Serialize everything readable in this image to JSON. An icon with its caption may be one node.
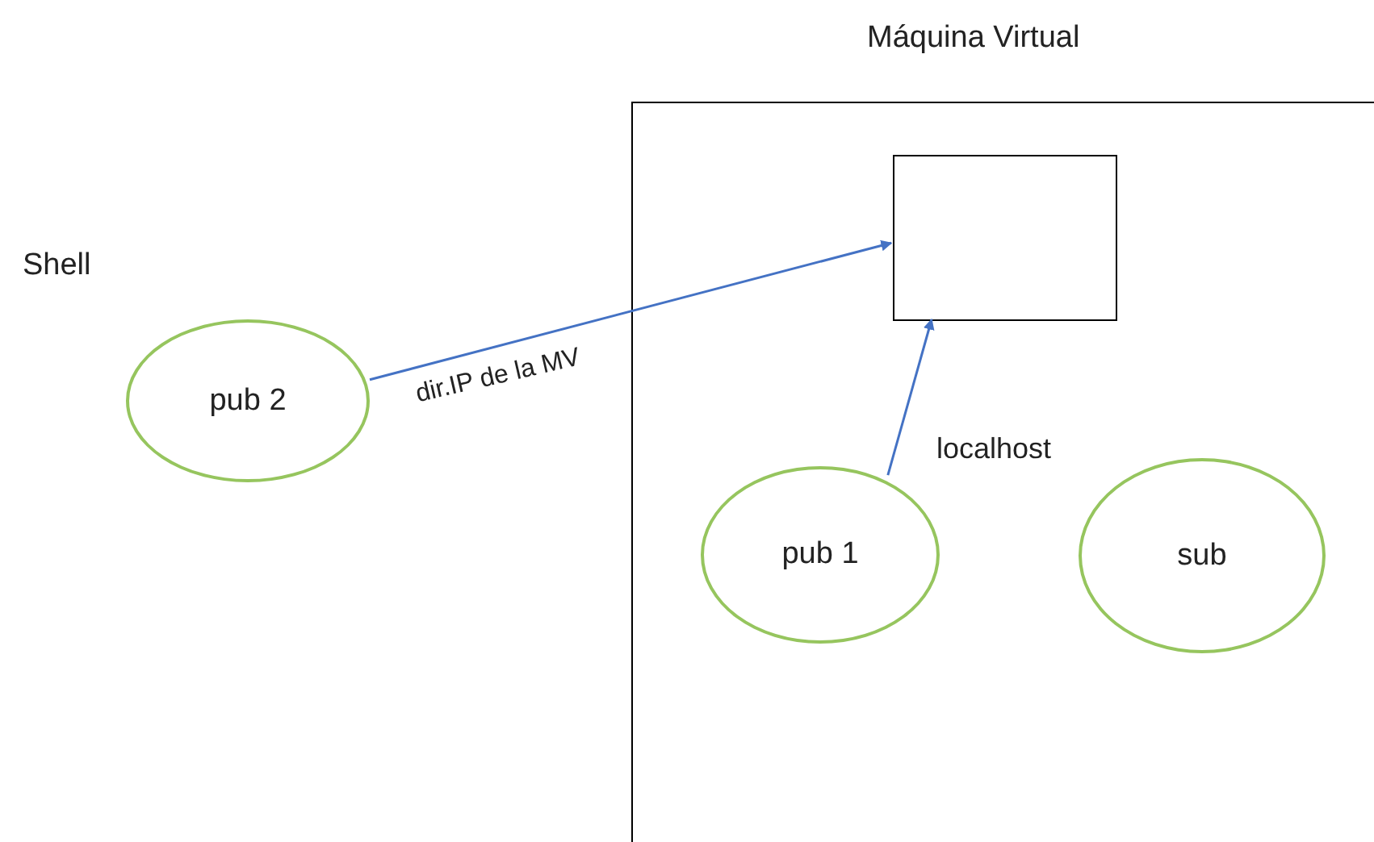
{
  "diagram": {
    "nodes": [
      {
        "text": [
          "Máquina Virtual"
        ]
      },
      {
        "text": [],
        "shape": "box",
        "in": 0
      },
      {
        "text": [
          "pub 2"
        ]
      },
      {
        "text": [
          "pub 1"
        ],
        "in": 0
      },
      {
        "text": [
          "sub"
        ],
        "in": 0
      }
    ],
    "edges": [
      {
        "from": 2,
        "to": 1,
        "arrow": "to",
        "label": "dir.IP de la MV"
      },
      {
        "from": 3,
        "to": 1,
        "arrow": "to",
        "label": "localhost"
      }
    ],
    "labels": [
      "Shell"
    ]
  }
}
